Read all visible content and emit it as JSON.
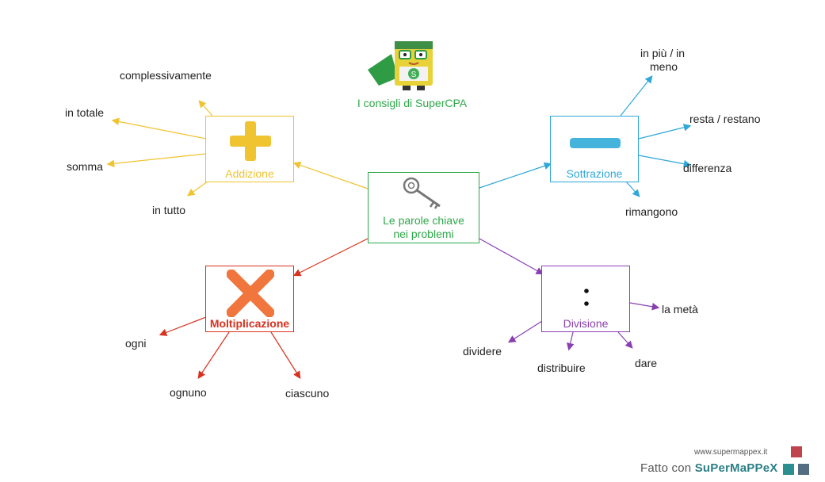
{
  "colors": {
    "center": "#2ea84a",
    "addizione": "#f0c330",
    "sottrazione": "#2fa7d8",
    "moltiplicazione": "#d9311f",
    "divisione": "#8a3fb0",
    "footer_red": "#c0444c",
    "footer_teal": "#2b8f8f",
    "footer_slate": "#556d80"
  },
  "header": {
    "mascot_icon": "supercpa-mascot-icon",
    "title": "I consigli di SuperCPA"
  },
  "center": {
    "icon": "key-icon",
    "line1": "Le parole chiave",
    "line2": "nei problemi"
  },
  "nodes": {
    "addizione": {
      "icon": "plus-icon",
      "label": "Addizione"
    },
    "sottrazione": {
      "icon": "minus-icon",
      "label": "Sottrazione"
    },
    "moltiplicazione": {
      "icon": "times-icon",
      "label": "Moltiplicazione"
    },
    "divisione": {
      "icon": "colon-division-icon",
      "label": "Divisione"
    }
  },
  "keywords": {
    "addizione": [
      "complessivamente",
      "in totale",
      "somma",
      "in tutto"
    ],
    "sottrazione": [
      "in più / in",
      "meno",
      "resta / restano",
      "differenza",
      "rimangono"
    ],
    "moltiplicazione": [
      "ogni",
      "ognuno",
      "ciascuno"
    ],
    "divisione": [
      "la metà",
      "dividere",
      "distribuire",
      "dare"
    ]
  },
  "footer": {
    "url": "www.supermappex.it",
    "made_prefix": "Fatto con ",
    "brand": "SuPerMaPPeX"
  }
}
